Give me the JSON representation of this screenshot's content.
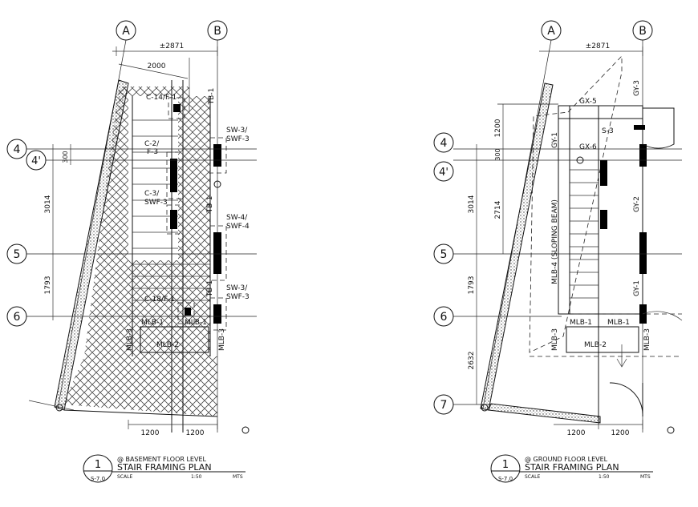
{
  "left_plan": {
    "grid_letters": [
      "A",
      "B"
    ],
    "grid_numbers": [
      "4",
      "4'",
      "5",
      "6"
    ],
    "dim_top": "±2871",
    "dim_diag": "2000",
    "dim_300": "300",
    "dim_3014": "3014",
    "dim_1793": "1793",
    "dim_bottom": [
      "1200",
      "1200"
    ],
    "labels": {
      "c14": "C-14/F-1",
      "tb1_top": "TB-1",
      "c2": "C-2/",
      "f3": "F-3",
      "c3": "C-3/",
      "swf3a": "SWF-3",
      "sw3a": "SW-3/",
      "swf3b": "SWF-3",
      "tb1_mid": "TB-1",
      "sw4": "SW-4/",
      "swf4": "SWF-4",
      "sw3b": "SW-3/",
      "swf3c": "SWF-3",
      "tb1_low": "TB-1",
      "c18": "C-18/F-1",
      "mlb1a": "MLB-1",
      "mlb1b": "MLB-1",
      "mlb2": "MLB-2",
      "mlb3": "MLB-3",
      "mlb_r": "MLB-3"
    },
    "title": {
      "number": "1",
      "sheet": "S-7.0",
      "level": "@ BASEMENT FLOOR LEVEL",
      "name": "STAIR FRAMING PLAN",
      "scale_label": "SCALE",
      "scale": "1:50",
      "units": "MTS"
    }
  },
  "right_plan": {
    "grid_letters": [
      "A",
      "B"
    ],
    "grid_numbers": [
      "4",
      "4'",
      "5",
      "6",
      "7"
    ],
    "dim_top": "±2871",
    "dim_1200": "1200",
    "dim_300": "300",
    "dim_2714": "2714",
    "dim_3014": "3014",
    "dim_1793": "1793",
    "dim_2632": "2632",
    "dim_bottom": [
      "1200",
      "1200"
    ],
    "labels": {
      "gx5": "GX-5",
      "gy3": "GY-3",
      "s3": "S-3",
      "gy1_top": "GY-1",
      "gx6": "GX-6",
      "mlb4": "MLB-4 (SLOPING BEAM)",
      "gy2": "GY-2",
      "gy1_low": "GY-1",
      "mlb1a": "MLB-1",
      "mlb1b": "MLB-1",
      "mlb2": "MLB-2",
      "mlb3": "MLB-3",
      "mlb_r": "MLB-3"
    },
    "title": {
      "number": "1",
      "sheet": "S-7.0",
      "level": "@ GROUND FLOOR LEVEL",
      "name": "STAIR FRAMING PLAN",
      "scale_label": "SCALE",
      "scale": "1:50",
      "units": "MTS"
    }
  }
}
